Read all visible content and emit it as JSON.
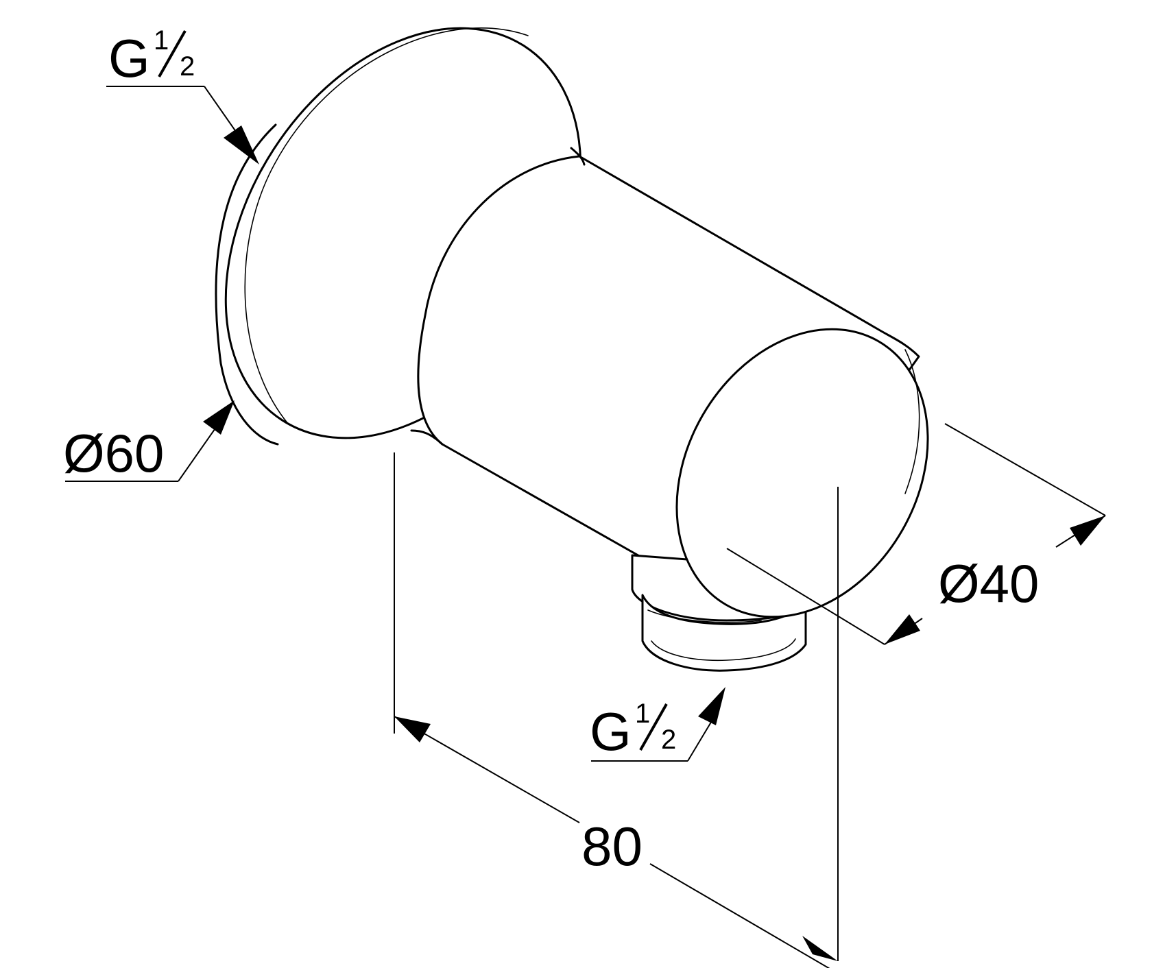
{
  "dimensions": {
    "thread_top": {
      "main": "G",
      "fraction_num": "1",
      "fraction_den": "2"
    },
    "diameter_rosette": "Ø60",
    "diameter_outlet": "Ø40",
    "thread_bottom": {
      "main": "G",
      "fraction_num": "1",
      "fraction_den": "2"
    },
    "projection_length": "80"
  },
  "colors": {
    "line": "#000000",
    "background": "#ffffff"
  }
}
